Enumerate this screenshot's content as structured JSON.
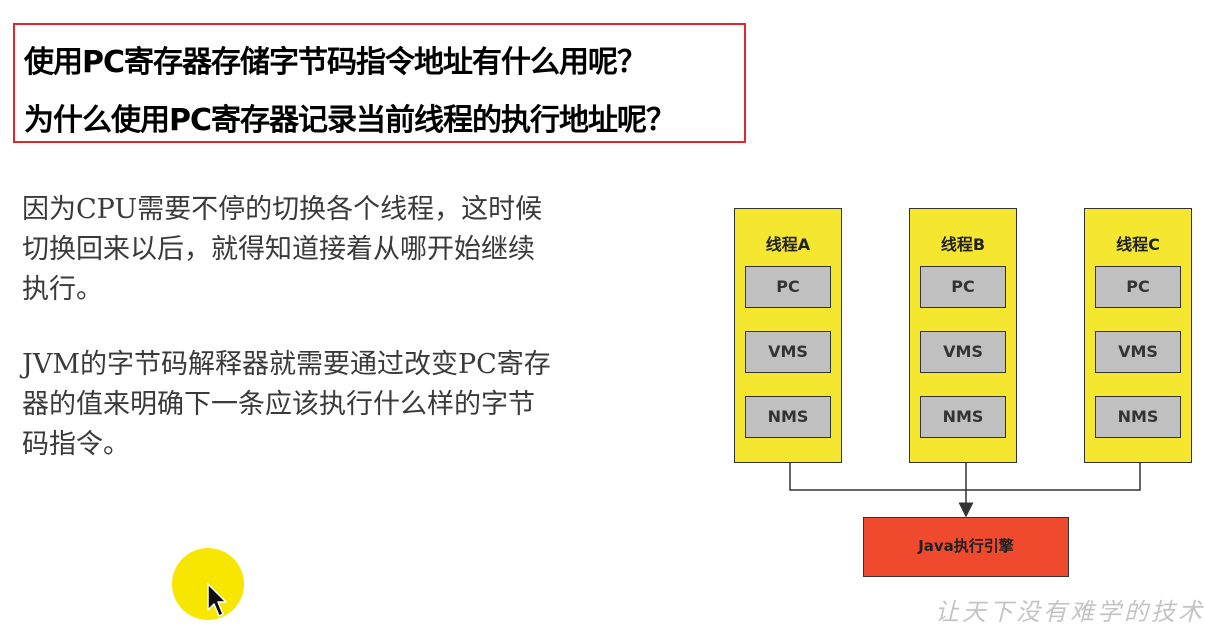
{
  "title": {
    "line1": "使用PC寄存器存储字节码指令地址有什么用呢？",
    "line2": "为什么使用PC寄存器记录当前线程的执行地址呢？"
  },
  "body": {
    "paragraph1": "因为CPU需要不停的切换各个线程，这时候\n切换回来以后，就得知道接着从哪开始继续\n执行。",
    "paragraph2": "JVM的字节码解释器就需要通过改变PC寄存\n器的值来明确下一条应该执行什么样的字节\n码指令。"
  },
  "diagram": {
    "threads": [
      {
        "label": "线程A",
        "cells": [
          "PC",
          "VMS",
          "NMS"
        ]
      },
      {
        "label": "线程B",
        "cells": [
          "PC",
          "VMS",
          "NMS"
        ]
      },
      {
        "label": "线程C",
        "cells": [
          "PC",
          "VMS",
          "NMS"
        ]
      }
    ],
    "engine_label": "Java执行引擎",
    "colors": {
      "thread_fill": "#f5e72f",
      "cell_fill": "#c0c0c0",
      "engine_fill": "#f04a2e",
      "title_border": "#e0282e"
    }
  },
  "watermark": "让天下没有难学的技术",
  "cursor_highlight_color": "#f7e600"
}
